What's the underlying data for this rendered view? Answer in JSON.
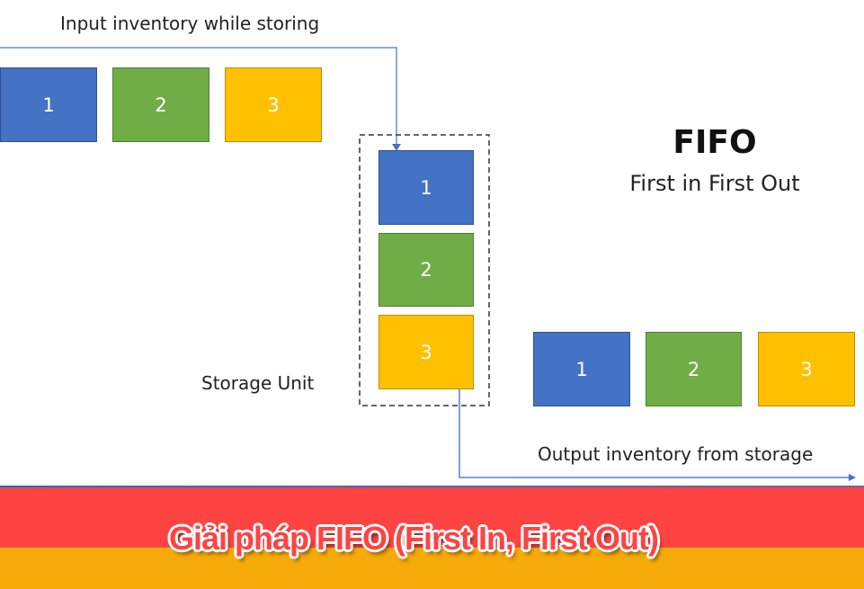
{
  "input_label": "Input inventory while storing",
  "output_label": "Output inventory from storage",
  "storage_label": "Storage Unit",
  "title": "FIFO",
  "subtitle": "First in First Out",
  "input_boxes": [
    "1",
    "2",
    "3"
  ],
  "storage_boxes": [
    "1",
    "2",
    "3"
  ],
  "output_boxes": [
    "1",
    "2",
    "3"
  ],
  "banner": "Giải pháp FIFO (First In, First Out)",
  "colors": {
    "blue": "#4472c4",
    "green": "#70ad47",
    "yellow": "#ffc000",
    "banner_red": "#fe4343",
    "banner_orange": "#f6ab0b"
  }
}
